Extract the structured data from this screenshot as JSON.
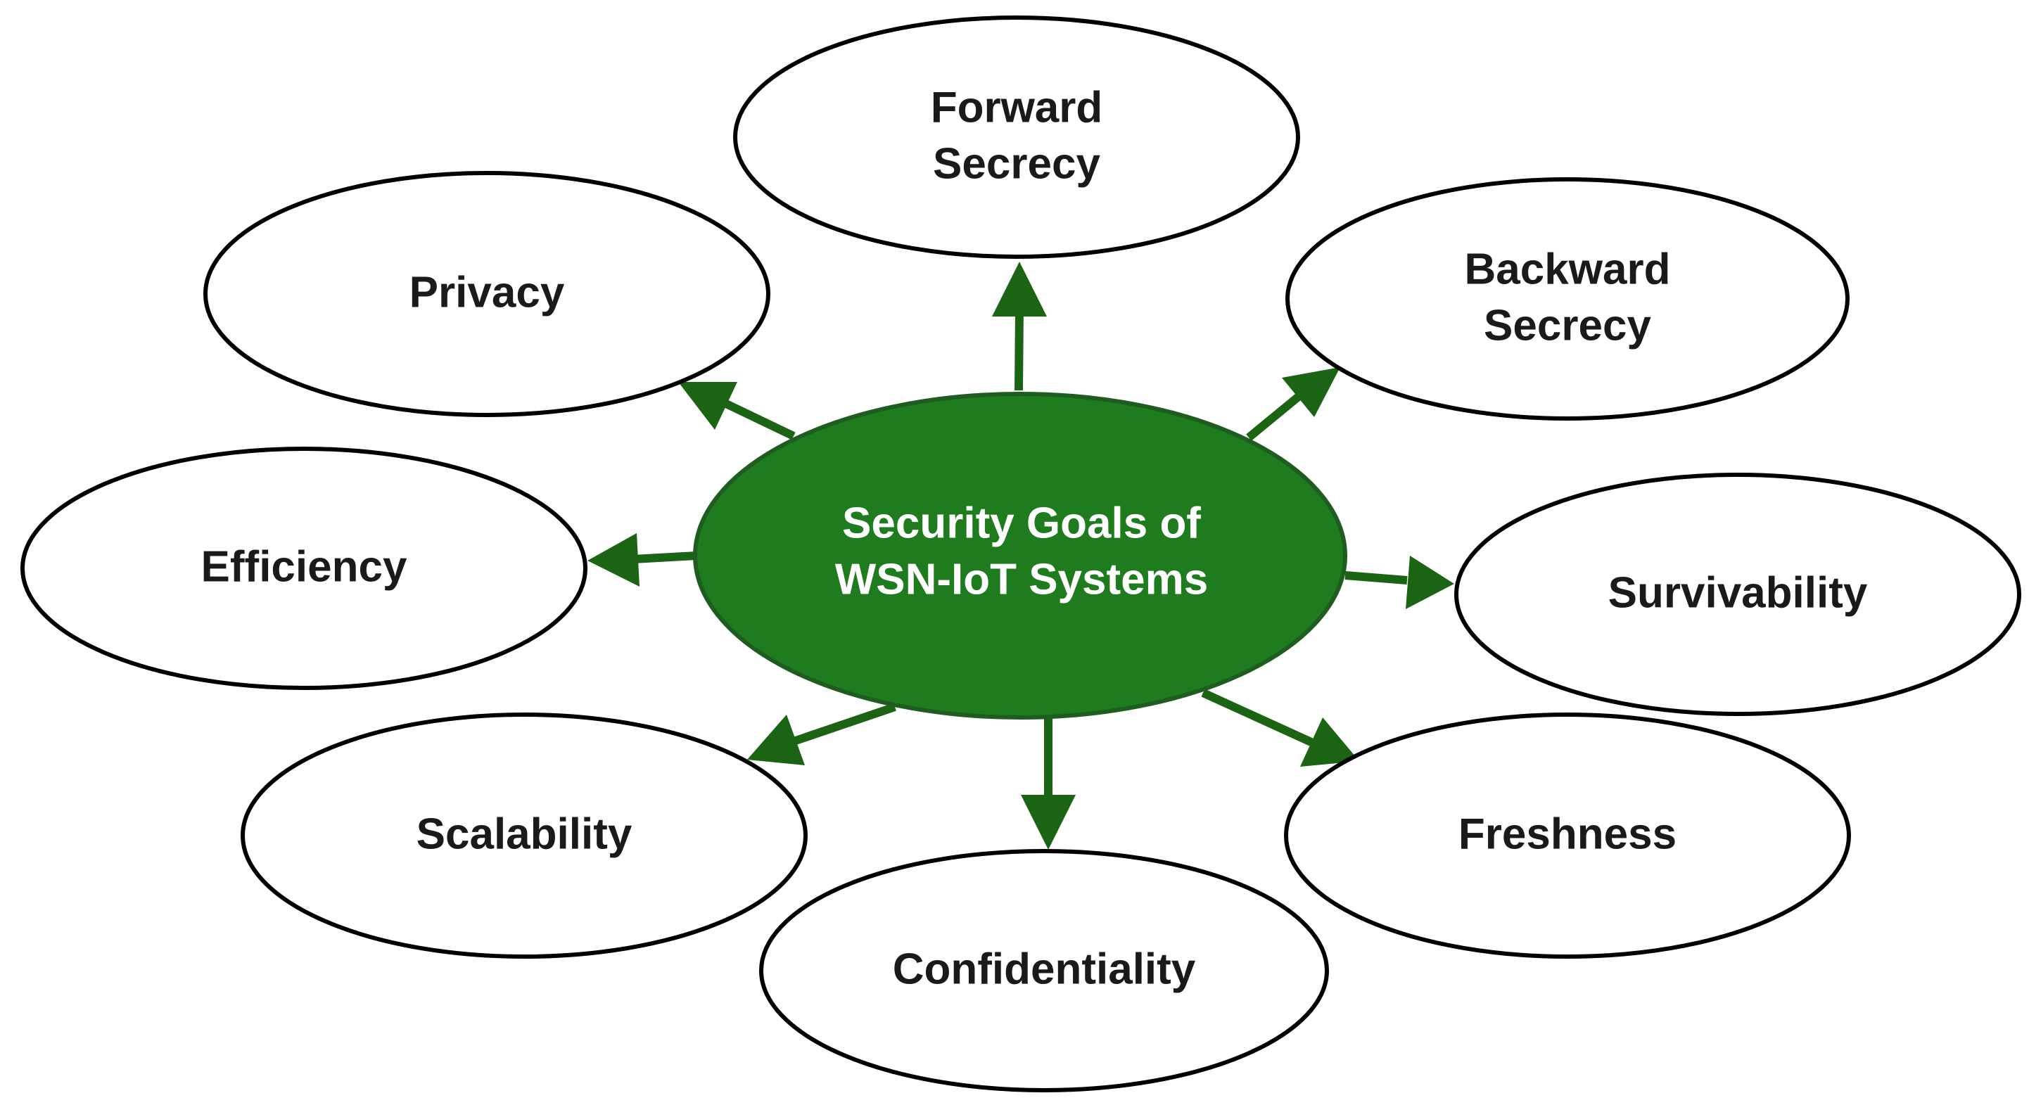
{
  "center": {
    "title_line1": "Security Goals of",
    "title_line2": "WSN-IoT Systems"
  },
  "goals": {
    "forward_secrecy": {
      "line1": "Forward",
      "line2": "Secrecy"
    },
    "backward_secrecy": {
      "line1": "Backward",
      "line2": "Secrecy"
    },
    "privacy": {
      "label": "Privacy"
    },
    "efficiency": {
      "label": "Efficiency"
    },
    "survivability": {
      "label": "Survivability"
    },
    "scalability": {
      "label": "Scalability"
    },
    "freshness": {
      "label": "Freshness"
    },
    "confidentiality": {
      "label": "Confidentiality"
    }
  },
  "colors": {
    "center_fill": "#1e7b1e",
    "arrow": "#1a6414",
    "outline": "#000000",
    "goal_fill": "#ffffff"
  }
}
